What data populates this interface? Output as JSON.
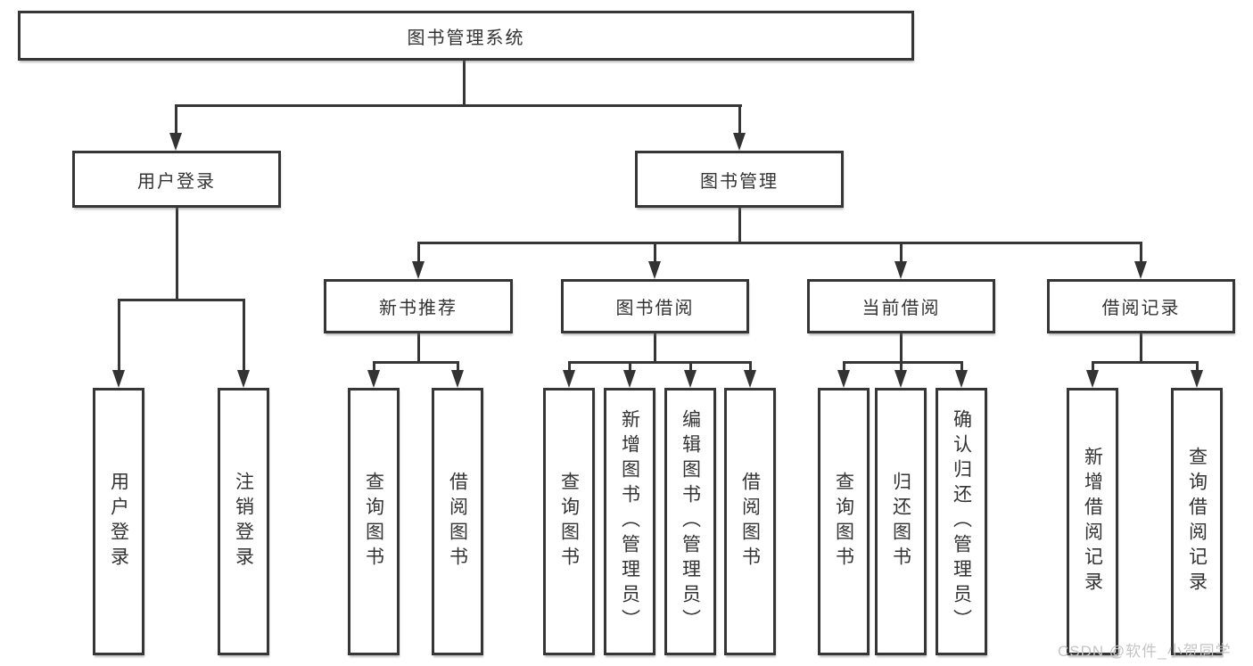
{
  "diagram": {
    "type": "tree",
    "title": "图书管理系统",
    "tree": {
      "root": {
        "label": "图书管理系统",
        "children": [
          {
            "label": "用户登录",
            "children": [
              {
                "label": "用户登录"
              },
              {
                "label": "注销登录"
              }
            ]
          },
          {
            "label": "图书管理",
            "children": [
              {
                "label": "新书推荐",
                "children": [
                  {
                    "label": "查询图书"
                  },
                  {
                    "label": "借阅图书"
                  }
                ]
              },
              {
                "label": "图书借阅",
                "children": [
                  {
                    "label": "查询图书"
                  },
                  {
                    "label": "新增图书（管理员）"
                  },
                  {
                    "label": "编辑图书（管理员）"
                  },
                  {
                    "label": "借阅图书"
                  }
                ]
              },
              {
                "label": "当前借阅",
                "children": [
                  {
                    "label": "查询图书"
                  },
                  {
                    "label": "归还图书"
                  },
                  {
                    "label": "确认归还（管理员）"
                  }
                ]
              },
              {
                "label": "借阅记录",
                "children": [
                  {
                    "label": "新增借阅记录"
                  },
                  {
                    "label": "查询借阅记录"
                  }
                ]
              }
            ]
          }
        ]
      }
    },
    "colors": {
      "background": "#ffffff",
      "box_border": "#363636",
      "line": "#363636",
      "text": "#333333",
      "watermark": "#c4c4c4"
    }
  },
  "watermark": {
    "text": "CSDN @软件_小贺同学"
  }
}
